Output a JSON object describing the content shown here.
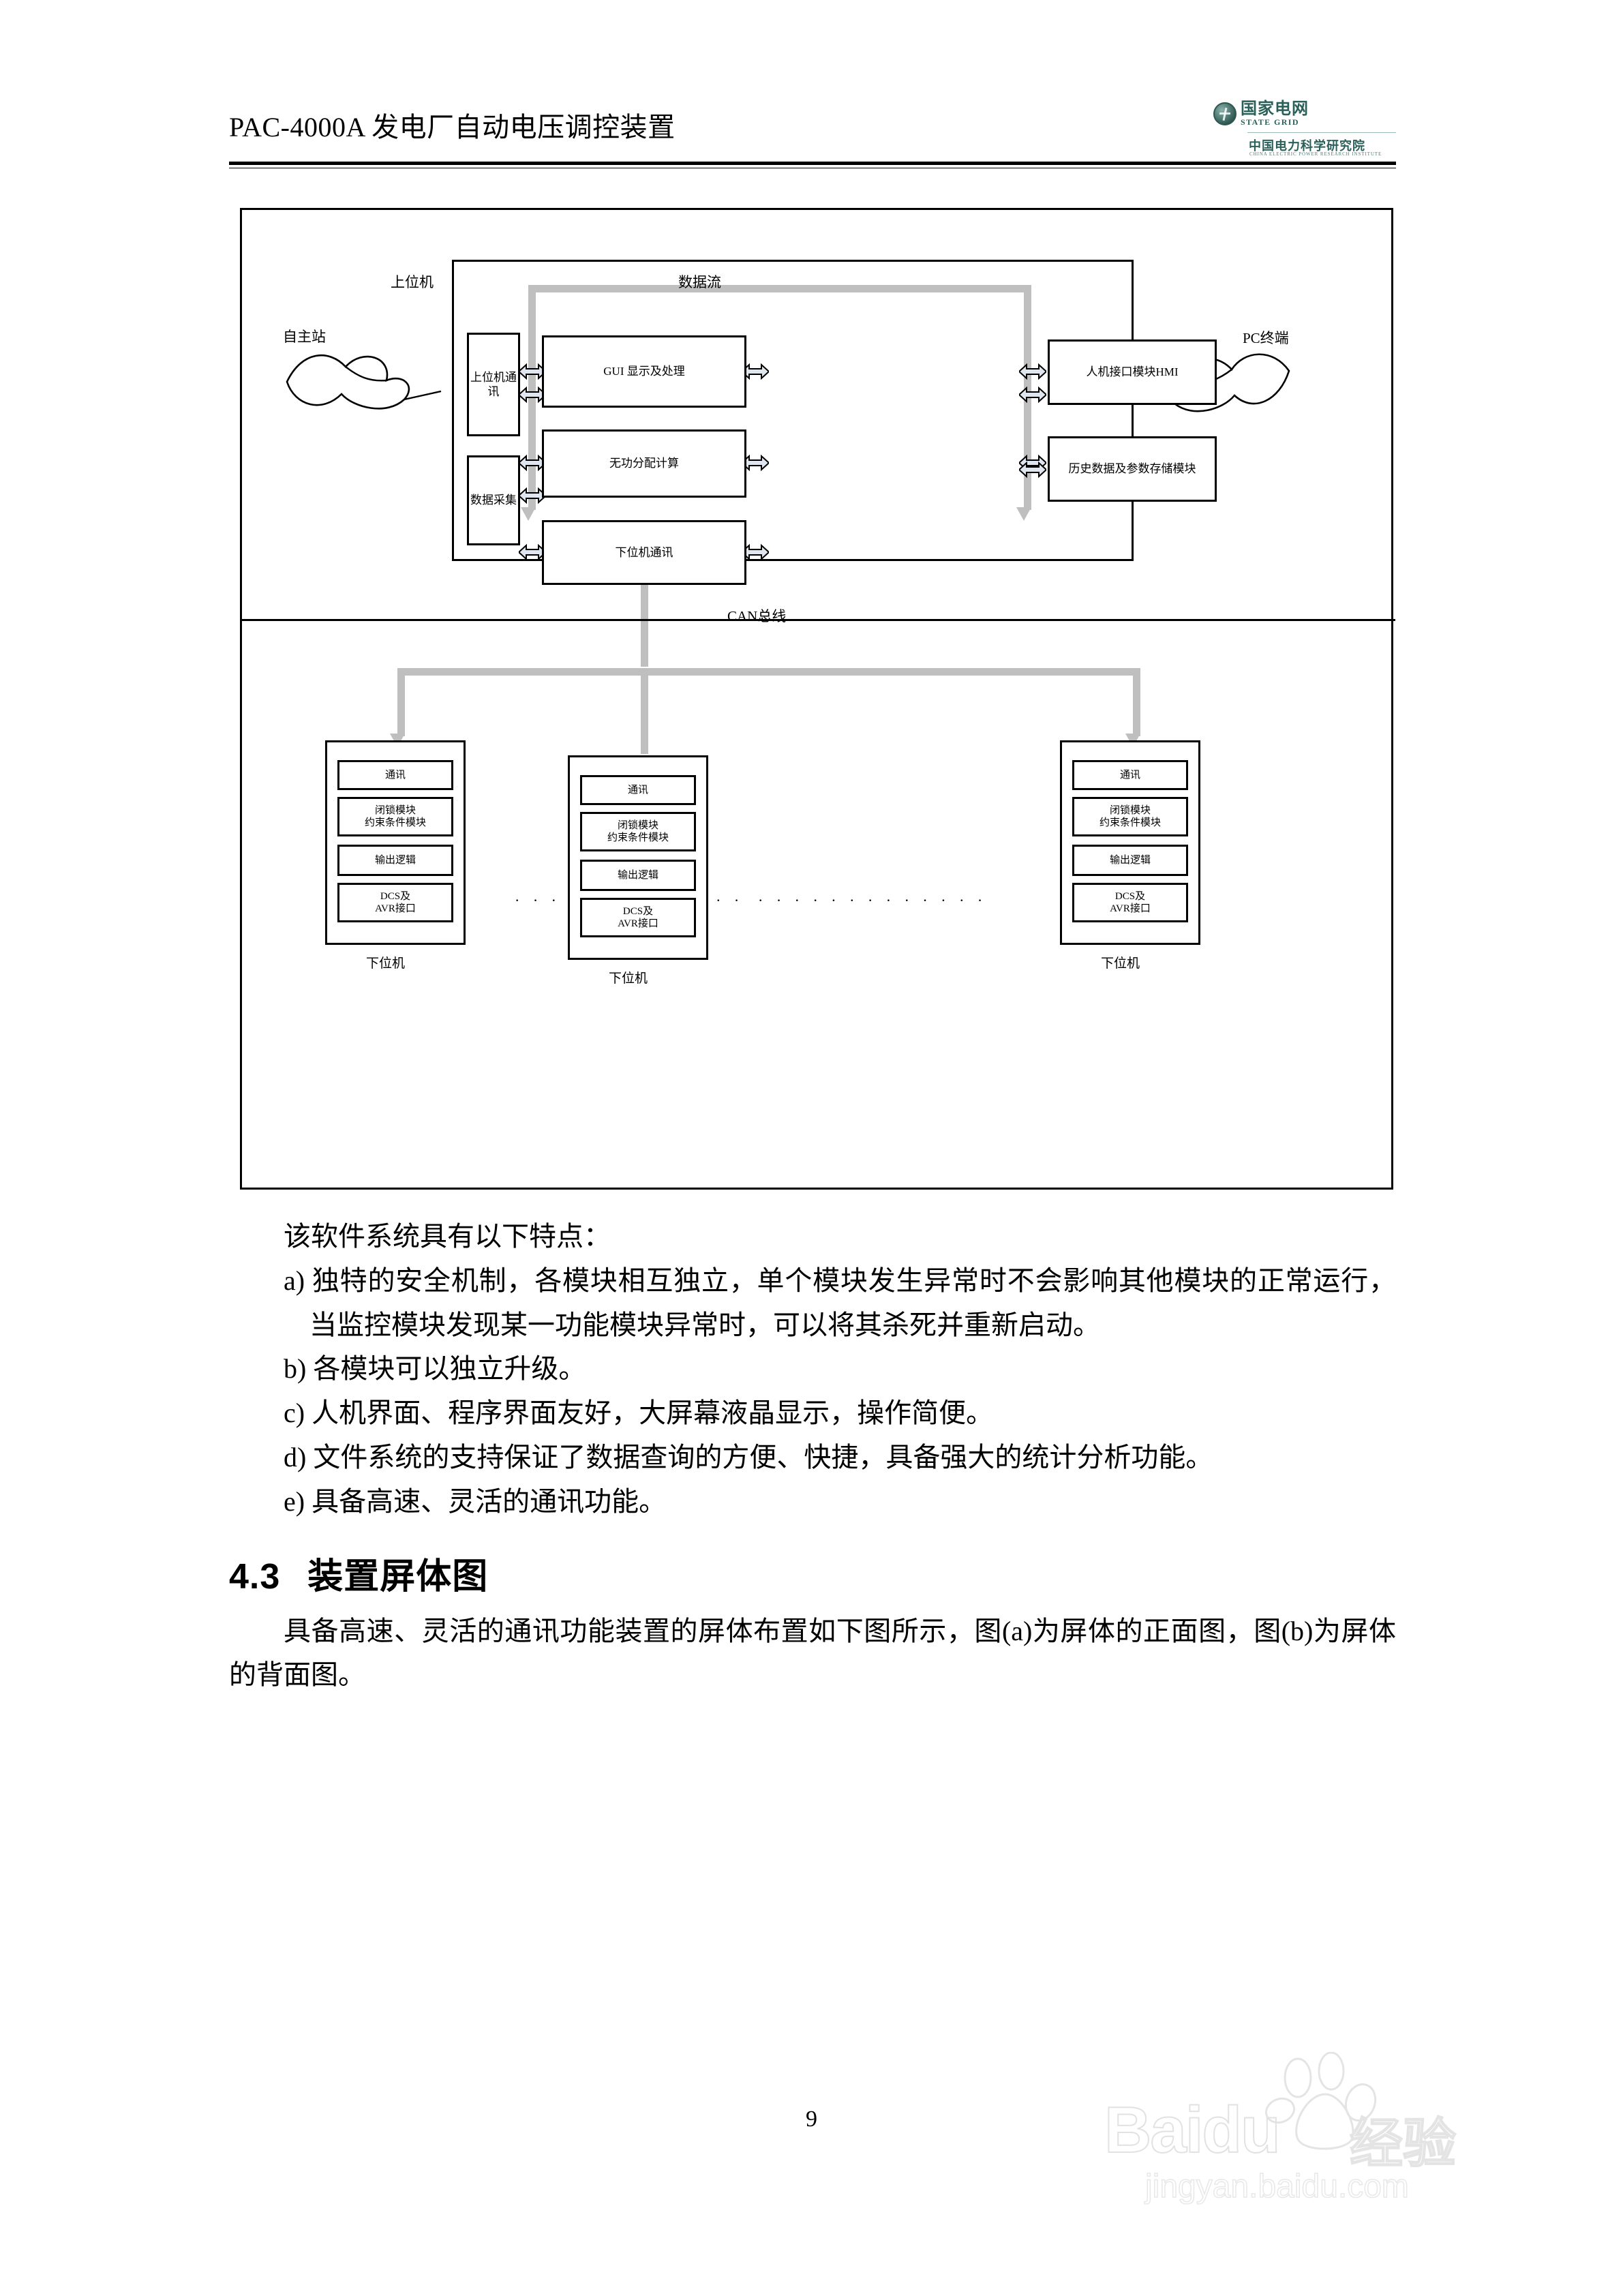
{
  "header": {
    "title": "PAC-4000A 发电厂自动电压调控装置"
  },
  "logo": {
    "cn_name": "国家电网",
    "en_name": "STATE GRID",
    "sub_cn_name": "中国电力科学研究院",
    "sub_en_name": "CHINA ELECTRIC POWER RESEARCH INSTITUTE",
    "brand_color": "#2a6059"
  },
  "figure": {
    "labels": {
      "host_machine": "上位机",
      "data_flow": "数据流",
      "autonomous_station": "自主站",
      "pc_terminal": "PC终端",
      "can_bus": "CAN总线",
      "dots": "· · · · · · · · · · · · ·"
    },
    "host_modules": {
      "host_comm": "上位机通讯",
      "data_acq": "数据采集",
      "gui_display": "GUI 显示及处理",
      "reactive_calc": "无功分配计算",
      "slave_comm": "下位机通讯",
      "hmi_module": "人机接口模块HMI",
      "history_module": "历史数据及参数存储模块"
    },
    "lower_computers": [
      {
        "caption": "下位机",
        "modules": [
          "通讯",
          "闭锁模块\n约束条件模块",
          "输出逻辑",
          "DCS及\nAVR接口"
        ]
      },
      {
        "caption": "下位机",
        "modules": [
          "通讯",
          "闭锁模块\n约束条件模块",
          "输出逻辑",
          "DCS及\nAVR接口"
        ]
      },
      {
        "caption": "下位机",
        "modules": [
          "通讯",
          "闭锁模块\n约束条件模块",
          "输出逻辑",
          "DCS及\nAVR接口"
        ]
      }
    ]
  },
  "body": {
    "intro": "该软件系统具有以下特点：",
    "items": [
      "a) 独特的安全机制，各模块相互独立，单个模块发生异常时不会影响其他模块的正常运行，当监控模块发现某一功能模块异常时，可以将其杀死并重新启动。",
      "b) 各模块可以独立升级。",
      "c) 人机界面、程序界面友好，大屏幕液晶显示，操作简便。",
      "d) 文件系统的支持保证了数据查询的方便、快捷，具备强大的统计分析功能。",
      "e) 具备高速、灵活的通讯功能。"
    ],
    "section": {
      "number": "4.3",
      "title": "装置屏体图"
    },
    "section_paragraph": "具备高速、灵活的通讯功能装置的屏体布置如下图所示，图(a)为屏体的正面图，图(b)为屏体的背面图。"
  },
  "footer": {
    "page_number": "9"
  },
  "watermark": {
    "brand": "Baidu",
    "brand_cn": "经验",
    "url": "jingyan.baidu.com"
  }
}
